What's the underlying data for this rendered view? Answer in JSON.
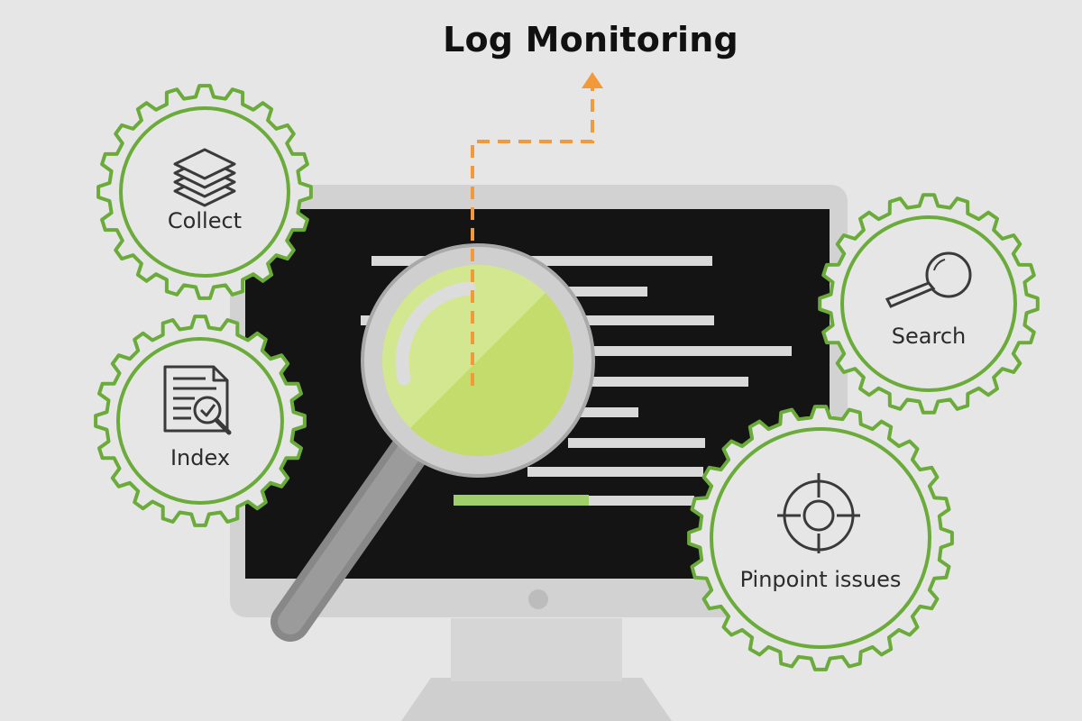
{
  "title": "Log Monitoring",
  "steps": [
    {
      "label": "Collect",
      "icon": "layers-icon"
    },
    {
      "label": "Index",
      "icon": "document-check-icon"
    },
    {
      "label": "Search",
      "icon": "magnifier-icon"
    },
    {
      "label": "Pinpoint issues",
      "icon": "target-crosshair-icon"
    }
  ],
  "colors": {
    "background": "#e6e6e6",
    "gear_green": "#6aab3a",
    "arrow_orange": "#f29a3a",
    "screen": "#141414",
    "lens": "#c3dc6c",
    "monitor_frame": "#d2d2d2"
  }
}
